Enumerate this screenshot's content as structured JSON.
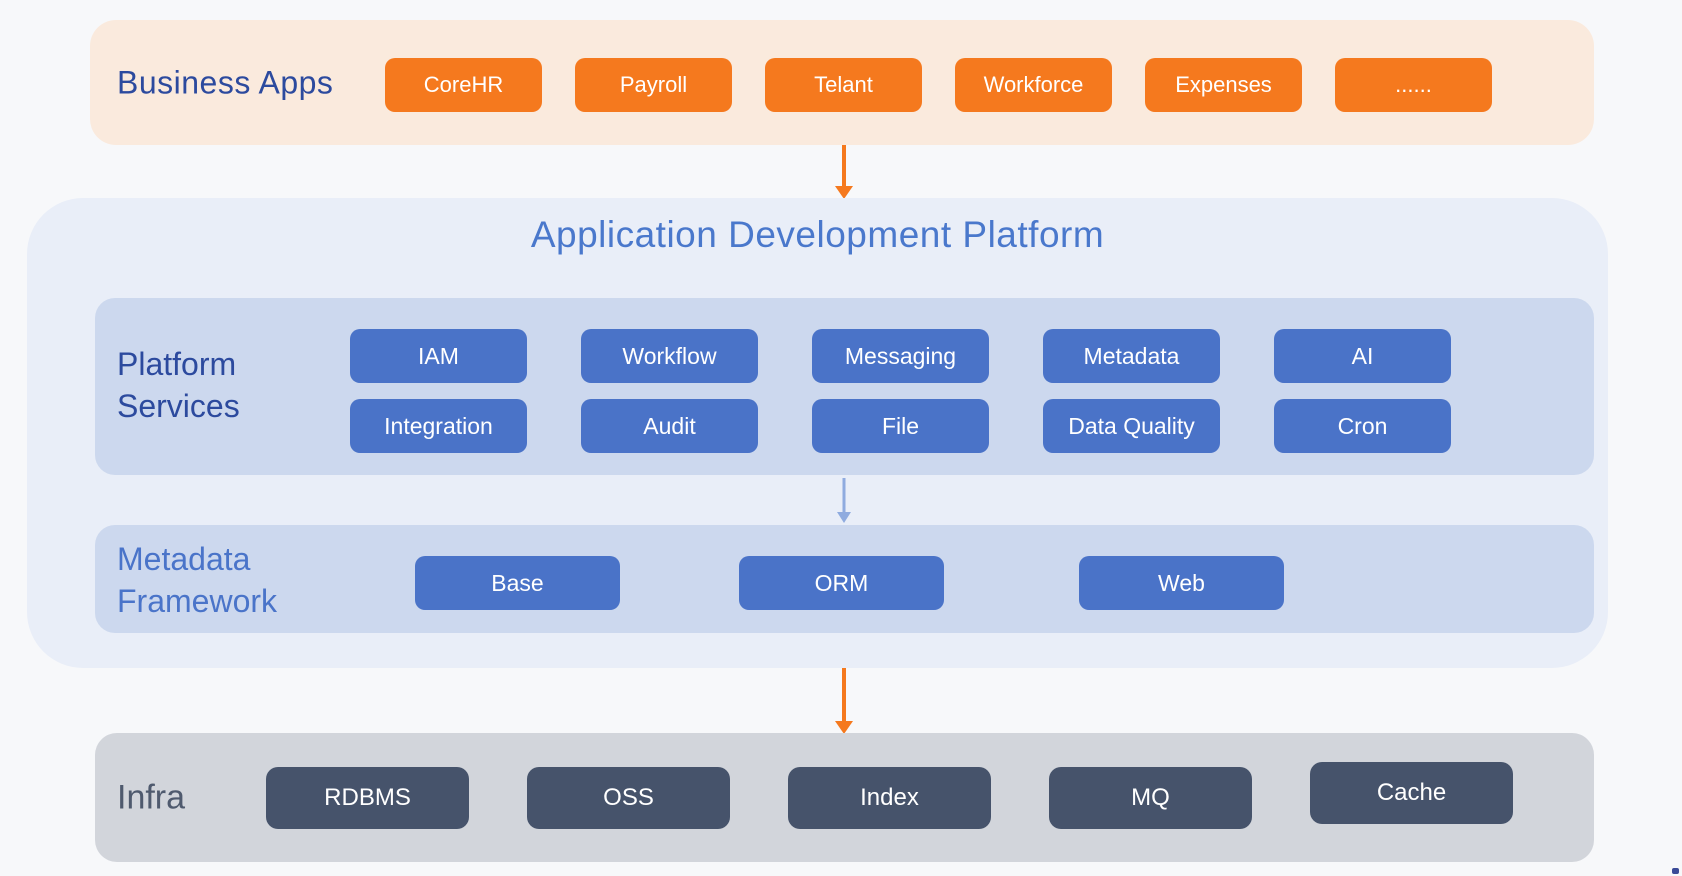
{
  "business": {
    "label": "Business Apps",
    "apps": [
      "CoreHR",
      "Payroll",
      "Telant",
      "Workforce",
      "Expenses",
      "......"
    ]
  },
  "platform": {
    "title": "Application Development Platform",
    "services": {
      "label_lines": [
        "Platform",
        "Services"
      ],
      "row1": [
        "IAM",
        "Workflow",
        "Messaging",
        "Metadata",
        "AI"
      ],
      "row2": [
        "Integration",
        "Audit",
        "File",
        "Data Quality",
        "Cron"
      ]
    },
    "metadata_framework": {
      "label_lines": [
        "Metadata",
        "Framework"
      ],
      "items": [
        "Base",
        "ORM",
        "Web"
      ]
    }
  },
  "infra": {
    "label": "Infra",
    "items": [
      "RDBMS",
      "OSS",
      "Index",
      "MQ",
      "Cache"
    ]
  },
  "colors": {
    "page_bg": "#f7f8fa",
    "business_band_bg": "#faeadd",
    "orange_accent": "#f5791e",
    "navy_label": "#2c4a9e",
    "platform_container_bg": "#e9eef8",
    "platform_title_blue": "#4a78cc",
    "inner_box_bg": "#ccd8ee",
    "blue_button": "#4a73c8",
    "blue_arrow": "#8fabdf",
    "infra_band_bg": "#d2d5db",
    "infra_button": "#46536b",
    "infra_label": "#4f5a6e"
  }
}
